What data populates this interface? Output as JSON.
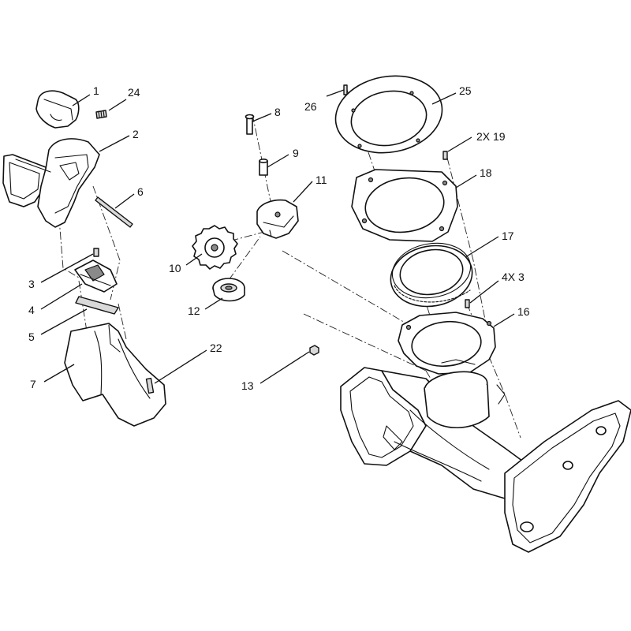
{
  "callouts": {
    "c1": "1",
    "c24": "24",
    "c2": "2",
    "c6": "6",
    "c8": "8",
    "c9": "9",
    "c11": "11",
    "c26": "26",
    "c25": "25",
    "c2x19": "2X 19",
    "c18": "18",
    "c17": "17",
    "c4x3": "4X 3",
    "c16": "16",
    "c10": "10",
    "c12": "12",
    "c3": "3",
    "c4": "4",
    "c5": "5",
    "c7": "7",
    "c22": "22",
    "c13": "13"
  }
}
